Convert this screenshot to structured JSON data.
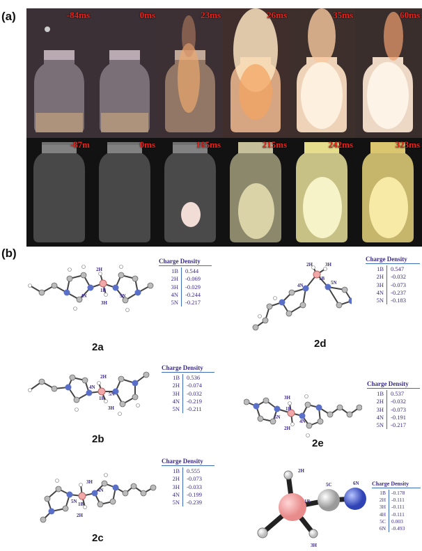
{
  "panels": {
    "a": "(a)",
    "b": "(b)"
  },
  "frames_top": [
    "-84ms",
    "0ms",
    "23ms",
    "26ms",
    "35ms",
    "60ms"
  ],
  "frames_bottom": [
    "-87m",
    "0ms",
    "165ms",
    "215ms",
    "242ms",
    "323ms"
  ],
  "molecules": {
    "2a": {
      "label": "2a",
      "header": "Charge Density",
      "rows": [
        [
          "1B",
          "0.544"
        ],
        [
          "2H",
          "-0.069"
        ],
        [
          "3H",
          "-0.029"
        ],
        [
          "4N",
          "-0.244"
        ],
        [
          "5N",
          "-0.217"
        ]
      ],
      "atoms": [
        "2H",
        "4N",
        "1B",
        "5N",
        "3H"
      ]
    },
    "2b": {
      "label": "2b",
      "header": "Charge Density",
      "rows": [
        [
          "1B",
          "0.536"
        ],
        [
          "2H",
          "-0.074"
        ],
        [
          "3H",
          "-0.032"
        ],
        [
          "4N",
          "-0.219"
        ],
        [
          "5N",
          "-0.211"
        ]
      ],
      "atoms": [
        "2H",
        "4N",
        "1B",
        "5N",
        "3H"
      ]
    },
    "2c": {
      "label": "2c",
      "header": "Charge Density",
      "rows": [
        [
          "1B",
          "0.555"
        ],
        [
          "2H",
          "-0.073"
        ],
        [
          "3H",
          "-0.033"
        ],
        [
          "4N",
          "-0.199"
        ],
        [
          "5N",
          "-0.239"
        ]
      ],
      "atoms": [
        "3H",
        "5N",
        "1B",
        "4N",
        "2H"
      ]
    },
    "2d": {
      "label": "2d",
      "header": "Charge Density",
      "rows": [
        [
          "1B",
          "0.547"
        ],
        [
          "2H",
          "-0.032"
        ],
        [
          "3H",
          "-0.073"
        ],
        [
          "4N",
          "-0.237"
        ],
        [
          "5N",
          "-0.183"
        ]
      ],
      "atoms": [
        "2H",
        "3H",
        "4N",
        "1B",
        "5N"
      ]
    },
    "2e": {
      "label": "2e",
      "header": "Charge Density",
      "rows": [
        [
          "1B",
          "0.537"
        ],
        [
          "2H",
          "-0.032"
        ],
        [
          "3H",
          "-0.073"
        ],
        [
          "4N",
          "-0.191"
        ],
        [
          "5N",
          "-0.217"
        ]
      ],
      "atoms": [
        "3H",
        "5N",
        "1B",
        "4N",
        "2H"
      ]
    },
    "bh3cn": {
      "header": "Charge Density",
      "rows": [
        [
          "1B",
          "-0.178"
        ],
        [
          "2H",
          "-0.111"
        ],
        [
          "3H",
          "-0.111"
        ],
        [
          "4H",
          "-0.111"
        ],
        [
          "5C",
          "0.003"
        ],
        [
          "6N",
          "-0.493"
        ]
      ],
      "atoms": [
        "2H",
        "1B",
        "5C",
        "6N",
        "3H"
      ]
    }
  }
}
